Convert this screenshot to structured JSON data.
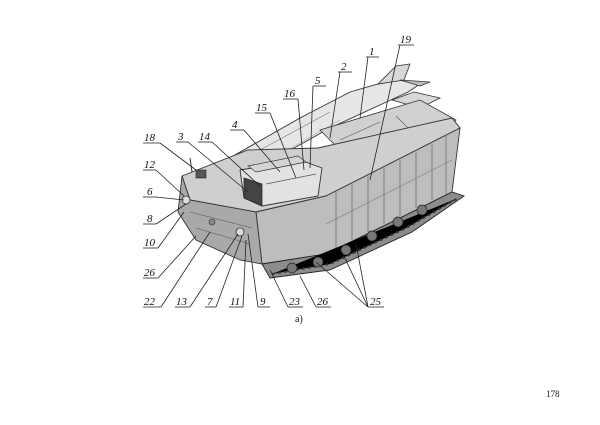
{
  "figure": {
    "caption": "а)",
    "callouts": [
      {
        "id": "c1",
        "text": "1"
      },
      {
        "id": "c19",
        "text": "19"
      },
      {
        "id": "c2",
        "text": "2"
      },
      {
        "id": "c5",
        "text": "5"
      },
      {
        "id": "c16",
        "text": "16"
      },
      {
        "id": "c15",
        "text": "15"
      },
      {
        "id": "c4",
        "text": "4"
      },
      {
        "id": "c18",
        "text": "18"
      },
      {
        "id": "c3",
        "text": "3"
      },
      {
        "id": "c14",
        "text": "14"
      },
      {
        "id": "c12",
        "text": "12"
      },
      {
        "id": "c6",
        "text": "6"
      },
      {
        "id": "c8",
        "text": "8"
      },
      {
        "id": "c10",
        "text": "10"
      },
      {
        "id": "c26a",
        "text": "26"
      },
      {
        "id": "c22",
        "text": "22"
      },
      {
        "id": "c13",
        "text": "13"
      },
      {
        "id": "c7",
        "text": "7"
      },
      {
        "id": "c11",
        "text": "11"
      },
      {
        "id": "c9",
        "text": "9"
      },
      {
        "id": "c23",
        "text": "23"
      },
      {
        "id": "c26b",
        "text": "26"
      },
      {
        "id": "c25",
        "text": "25"
      }
    ]
  },
  "page_number": "178"
}
